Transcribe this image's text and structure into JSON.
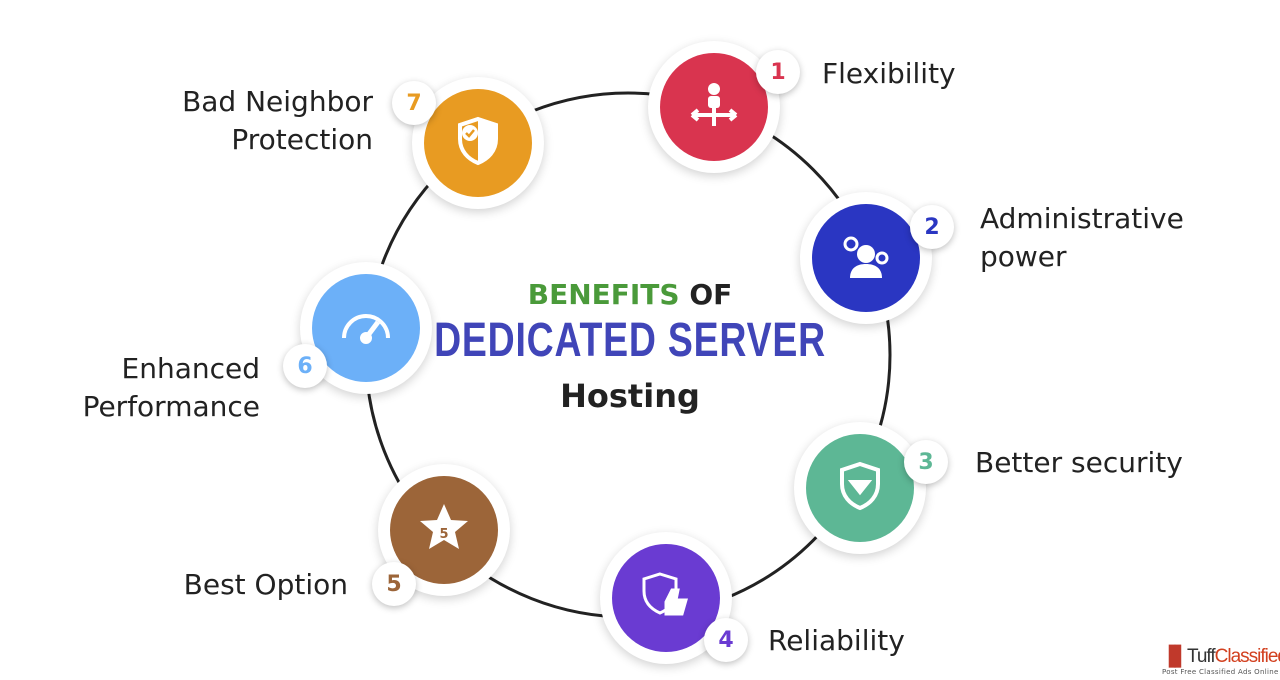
{
  "title": {
    "benefits": "BENEFITS",
    "of": "OF",
    "main": "DEDICATED SERVER",
    "sub": "Hosting",
    "colors": {
      "benefits": "#4a9a3a",
      "main": "#4045b8"
    }
  },
  "items": [
    {
      "number": "1",
      "label_lines": [
        "Flexibility"
      ],
      "icon": "person-arrows-icon",
      "color": "#d9344f"
    },
    {
      "number": "2",
      "label_lines": [
        "Administrative",
        "power"
      ],
      "icon": "user-gears-icon",
      "color": "#2a36c2"
    },
    {
      "number": "3",
      "label_lines": [
        "Better security"
      ],
      "icon": "shield-icon",
      "color": "#5db795"
    },
    {
      "number": "4",
      "label_lines": [
        "Reliability"
      ],
      "icon": "shield-thumbs-up-icon",
      "color": "#6a3bd2"
    },
    {
      "number": "5",
      "label_lines": [
        "Best Option"
      ],
      "icon": "star-icon",
      "color": "#9c6539"
    },
    {
      "number": "6",
      "label_lines": [
        "Enhanced",
        "Performance"
      ],
      "icon": "speedometer-icon",
      "color": "#6cb0f8"
    },
    {
      "number": "7",
      "label_lines": [
        "Bad Neighbor",
        "Protection"
      ],
      "icon": "shield-check-icon",
      "color": "#e89b22"
    }
  ],
  "star_number": "5",
  "logo": {
    "brand_a": "Tuff",
    "brand_b": "Classified",
    "tagline": "Post Free Classified Ads Online"
  }
}
